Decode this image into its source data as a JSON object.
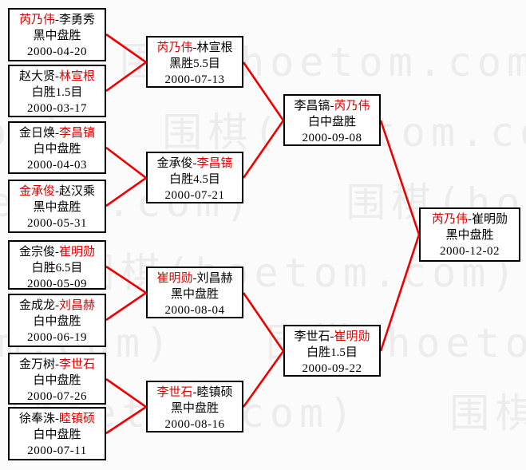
{
  "name_separator": "-",
  "colors": {
    "winner_text": "#dd0000",
    "connector_line": "#ee0000",
    "box_border": "#000000",
    "box_text": "#000000",
    "watermark_text": "#ececec",
    "background": "#fbfbfb"
  },
  "watermark": {
    "text": "围棋(hoetom.com)"
  },
  "matches": [
    {
      "round": 1,
      "p1": "芮乃伟",
      "p2": "李勇秀",
      "winner": "p1",
      "result": "黑中盘胜",
      "date": "2000-04-20"
    },
    {
      "round": 1,
      "p1": "赵大贤",
      "p2": "林宣根",
      "winner": "p2",
      "result": "白胜1.5目",
      "date": "2000-03-17"
    },
    {
      "round": 1,
      "p1": "金日焕",
      "p2": "李昌镐",
      "winner": "p2",
      "result": "白中盘胜",
      "date": "2000-04-03"
    },
    {
      "round": 1,
      "p1": "金承俊",
      "p2": "赵汉乘",
      "winner": "p1",
      "result": "黑中盘胜",
      "date": "2000-05-31"
    },
    {
      "round": 1,
      "p1": "金宗俊",
      "p2": "崔明勋",
      "winner": "p2",
      "result": "白胜6.5目",
      "date": "2000-05-09"
    },
    {
      "round": 1,
      "p1": "金成龙",
      "p2": "刘昌赫",
      "winner": "p2",
      "result": "白中盘胜",
      "date": "2000-06-19"
    },
    {
      "round": 1,
      "p1": "金万树",
      "p2": "李世石",
      "winner": "p2",
      "result": "白中盘胜",
      "date": "2000-07-26"
    },
    {
      "round": 1,
      "p1": "徐奉洙",
      "p2": "睦镇硕",
      "winner": "p2",
      "result": "白中盘胜",
      "date": "2000-07-11"
    },
    {
      "round": 2,
      "p1": "芮乃伟",
      "p2": "林宣根",
      "winner": "p1",
      "result": "黑胜5.5目",
      "date": "2000-07-13"
    },
    {
      "round": 2,
      "p1": "金承俊",
      "p2": "李昌镐",
      "winner": "p2",
      "result": "白胜4.5目",
      "date": "2000-07-21"
    },
    {
      "round": 2,
      "p1": "崔明勋",
      "p2": "刘昌赫",
      "winner": "p1",
      "result": "黑中盘胜",
      "date": "2000-08-04"
    },
    {
      "round": 2,
      "p1": "李世石",
      "p2": "睦镇硕",
      "winner": "p1",
      "result": "黑中盘胜",
      "date": "2000-08-16"
    },
    {
      "round": 3,
      "p1": "李昌镐",
      "p2": "芮乃伟",
      "winner": "p2",
      "result": "白中盘胜",
      "date": "2000-09-08"
    },
    {
      "round": 3,
      "p1": "李世石",
      "p2": "崔明勋",
      "winner": "p2",
      "result": "白胜1.5目",
      "date": "2000-09-22"
    },
    {
      "round": 4,
      "p1": "芮乃伟",
      "p2": "崔明勋",
      "winner": "p1",
      "result": "黑中盘胜",
      "date": "2000-12-02"
    }
  ]
}
